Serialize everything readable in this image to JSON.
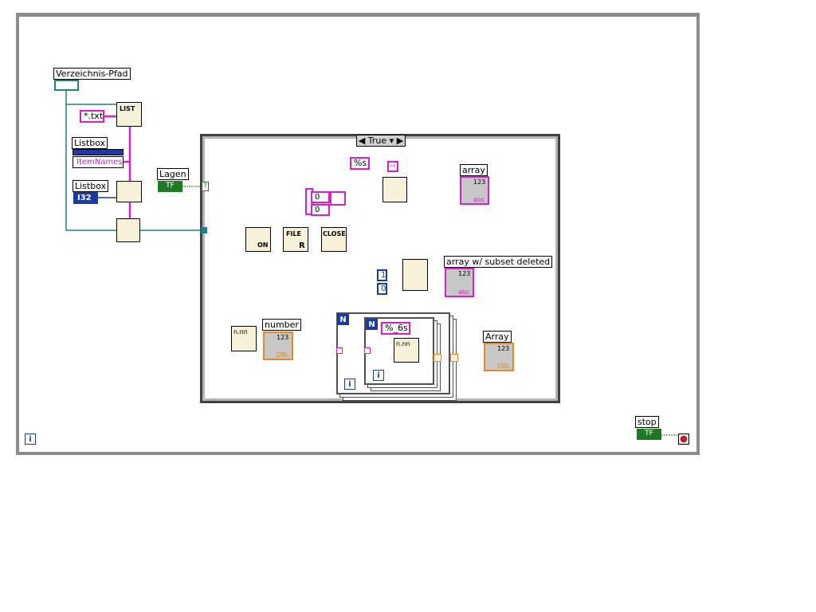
{
  "labels": {
    "verzeichnis_pfad": "Verzeichnis-Pfad",
    "listbox_1": "Listbox",
    "listbox_2": "Listbox",
    "agent": "Lagen",
    "array": "array",
    "array_subset_deleted": "array w/ subset deleted",
    "number": "number",
    "array_out": "Array",
    "stop": "stop"
  },
  "constants": {
    "pattern_txt": "*.txt",
    "item_names": "ItemNames",
    "format_s": "%s",
    "format_6s": "%_6s",
    "zero_a": "0",
    "zero_b": "0",
    "one": "1",
    "zero_c": "0"
  },
  "case_structure": {
    "selector": "True"
  },
  "node_text": {
    "list": "LIST",
    "file": "FILE",
    "close": "CLOSE",
    "r": "R",
    "on": "ON",
    "i32": "I32",
    "tf": "TF",
    "dbl": "DBL",
    "abc": "abc",
    "n123": "123",
    "nnn": "n.nn",
    "n_loop": "N",
    "i_loop": "i"
  },
  "colors": {
    "frame": "#8c8c8c",
    "string_wire": "#d81fc9",
    "path_wire": "#1e8080",
    "numeric": "#1d3aa3",
    "boolean": "#1f7a24",
    "dbl_wire": "#e08a2a"
  }
}
